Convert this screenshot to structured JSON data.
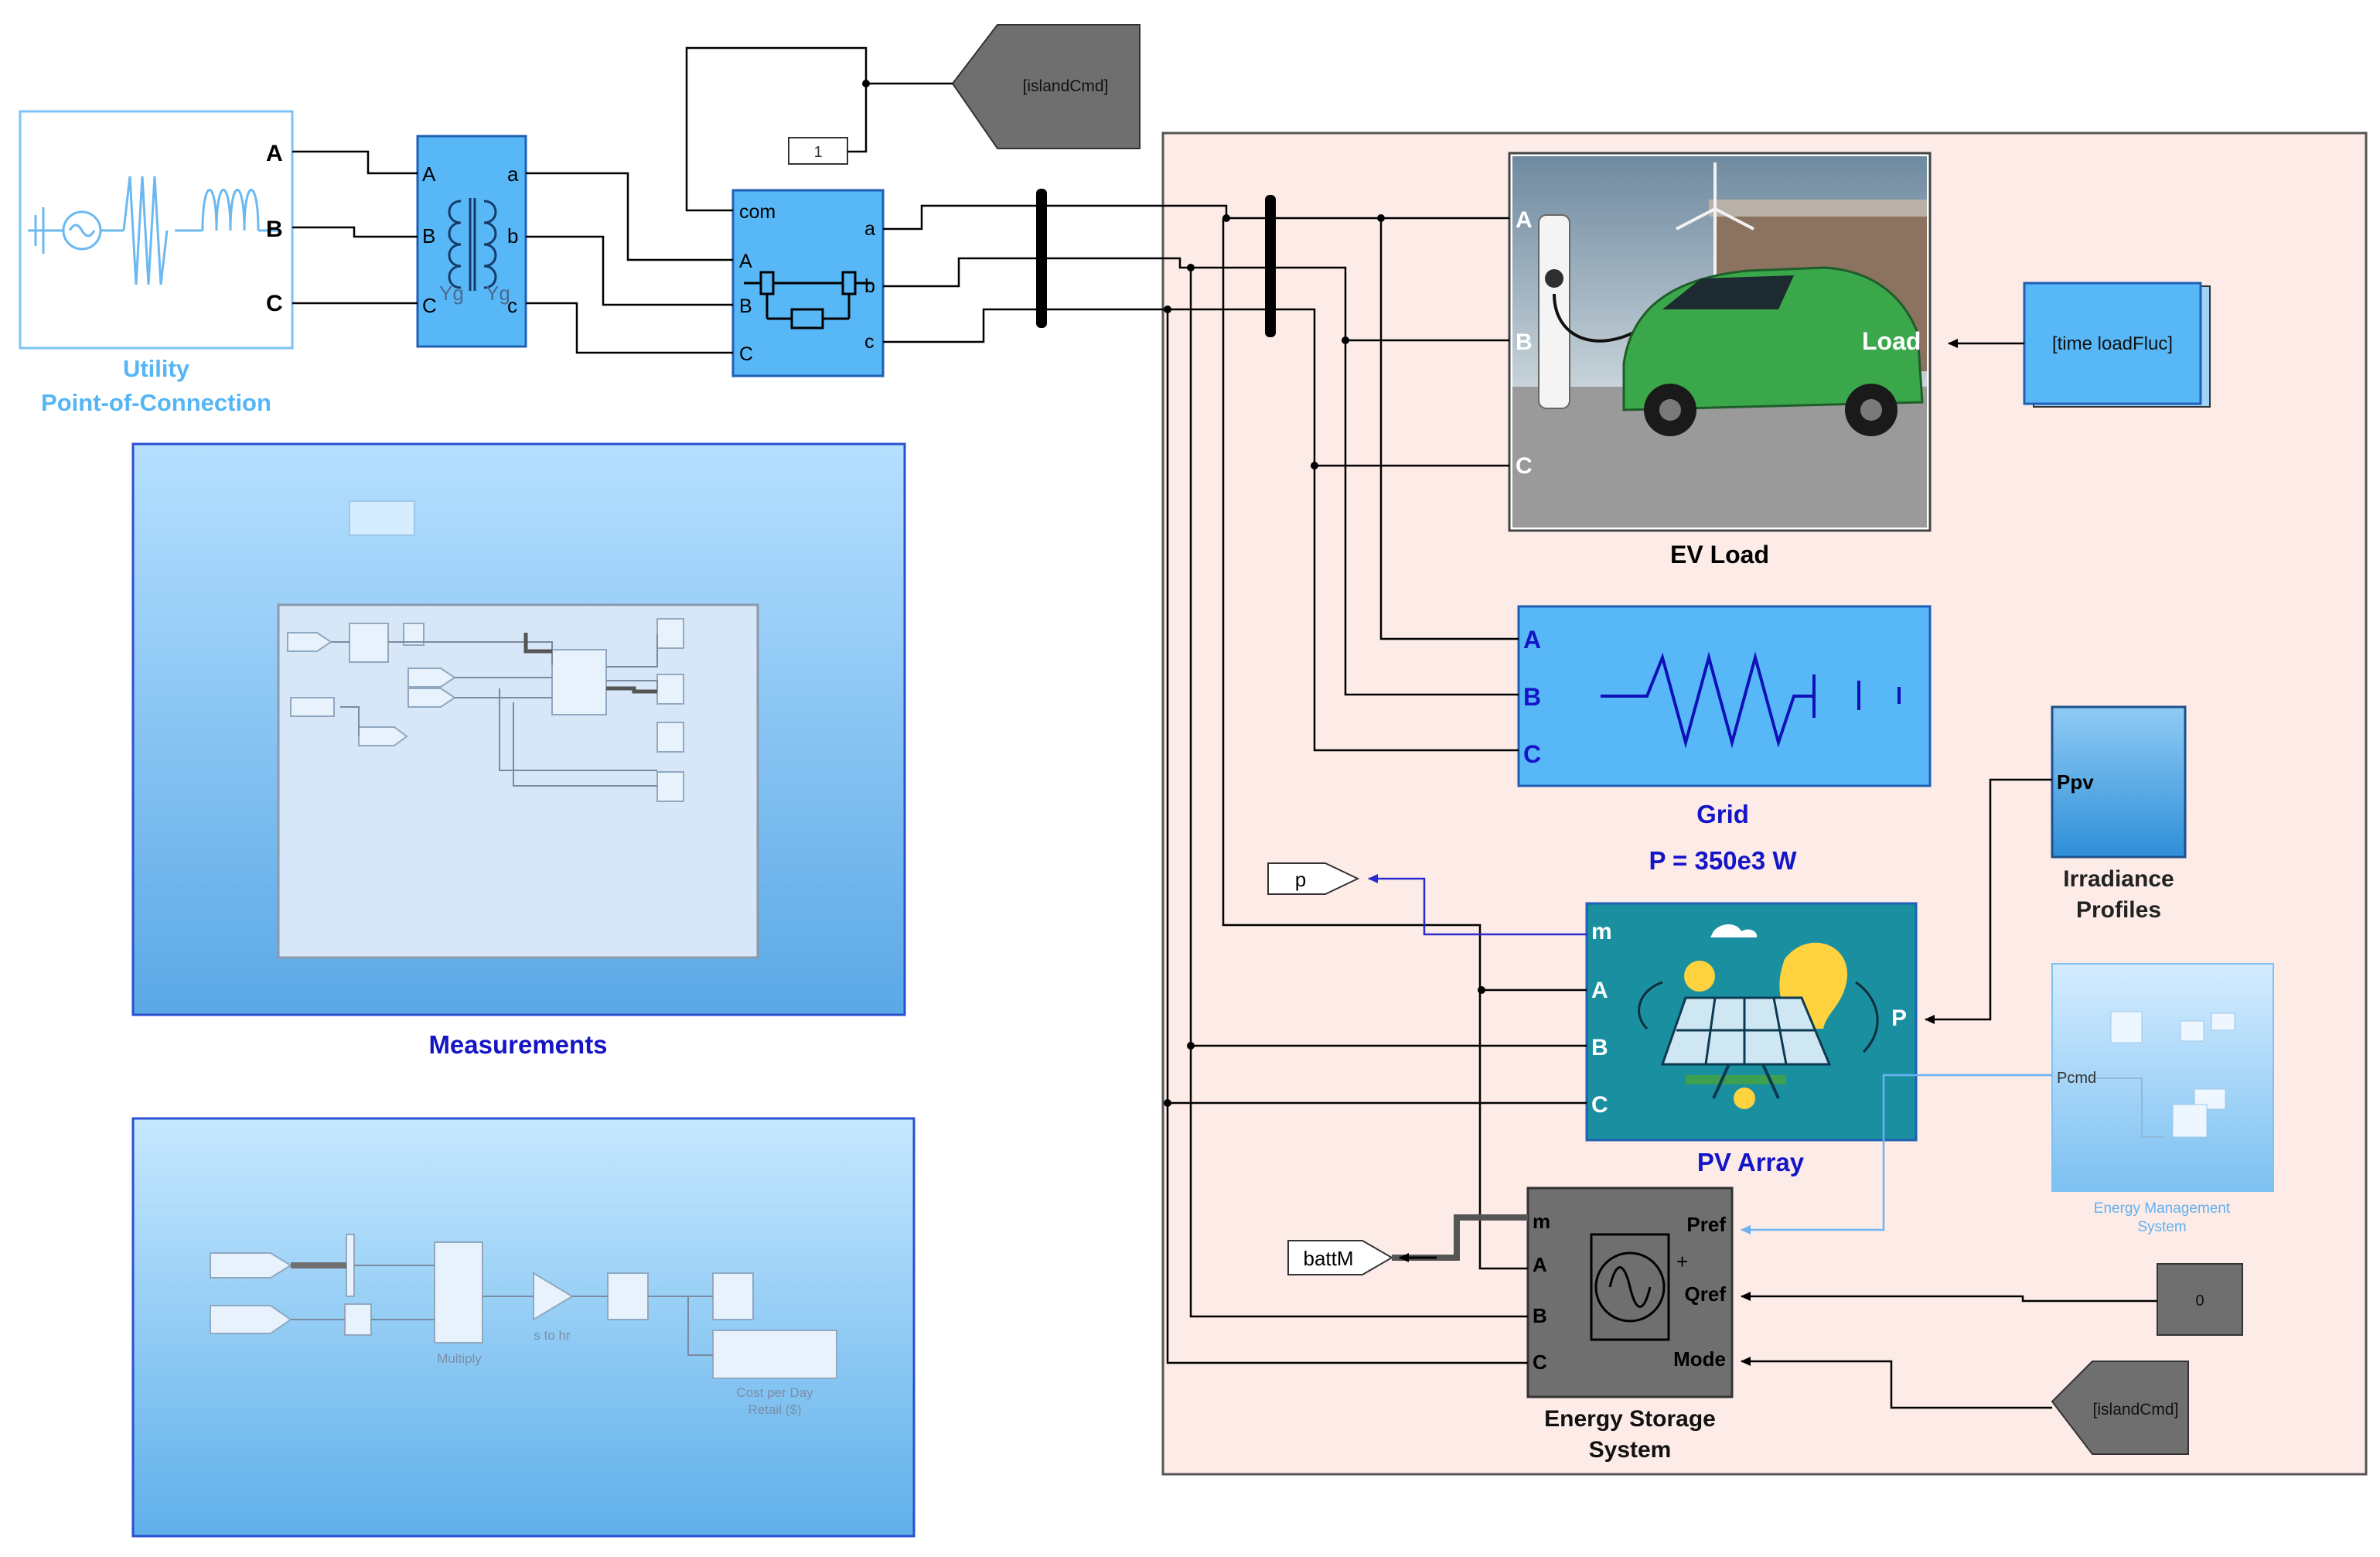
{
  "colors": {
    "block_blue": "#58b8f7",
    "block_blue_dark": "#1f5fb4",
    "label_blue": "#1515c8",
    "label_light_blue": "#55b5f5",
    "microgrid_bg": "#fcebe7",
    "gray_block": "#6f6f6f",
    "pv_teal": "#1a8fa0",
    "ev_green": "#3aa84a",
    "wire": "#000000",
    "signal_blue": "#3a3ad8",
    "signal_light_blue": "#7bbcf2"
  },
  "utility": {
    "label_line1": "Utility",
    "label_line2": "Point-of-Connection",
    "ports": [
      "A",
      "B",
      "C"
    ]
  },
  "transformer": {
    "in_ports": [
      "A",
      "B",
      "C"
    ],
    "out_ports": [
      "a",
      "b",
      "c"
    ],
    "winding1": "Yg",
    "winding2": "Yg"
  },
  "breaker": {
    "com_label": "com",
    "in_ports": [
      "A",
      "B",
      "C"
    ],
    "out_ports": [
      "a",
      "b",
      "c"
    ]
  },
  "constant_one": {
    "value": "1"
  },
  "island_goto": {
    "tag": "[islandCmd]"
  },
  "island_from": {
    "tag": "[islandCmd]"
  },
  "ev_load": {
    "title": "EV Load",
    "ports": [
      "A",
      "B",
      "C"
    ],
    "load_port": "Load"
  },
  "load_fluc": {
    "value": "[time loadFluc]"
  },
  "grid": {
    "title": "Grid",
    "subtitle": "P = 350e3 W",
    "ports": [
      "A",
      "B",
      "C"
    ]
  },
  "irradiance": {
    "title_line1": "Irradiance",
    "title_line2": "Profiles",
    "port": "Ppv"
  },
  "pv": {
    "title": "PV Array",
    "ports": [
      "m",
      "A",
      "B",
      "C"
    ],
    "out_port": "P"
  },
  "p_tag": {
    "tag": "p"
  },
  "batt_tag": {
    "tag": "battM"
  },
  "ems": {
    "label_line1": "Energy Management",
    "label_line2": "System",
    "port": "Pcmd"
  },
  "storage": {
    "title_line1": "Energy Storage",
    "title_line2": "System",
    "in_ports": [
      "m",
      "A",
      "B",
      "C"
    ],
    "out_ports": [
      "Pref",
      "Qref",
      "Mode"
    ]
  },
  "zero_const": {
    "value": "0"
  },
  "measurements": {
    "title": "Measurements"
  },
  "cost": {
    "multiply_label": "Multiply",
    "gain_label": "s to hr",
    "display_label_line1": "Cost per Day",
    "display_label_line2": "Retail ($)"
  }
}
